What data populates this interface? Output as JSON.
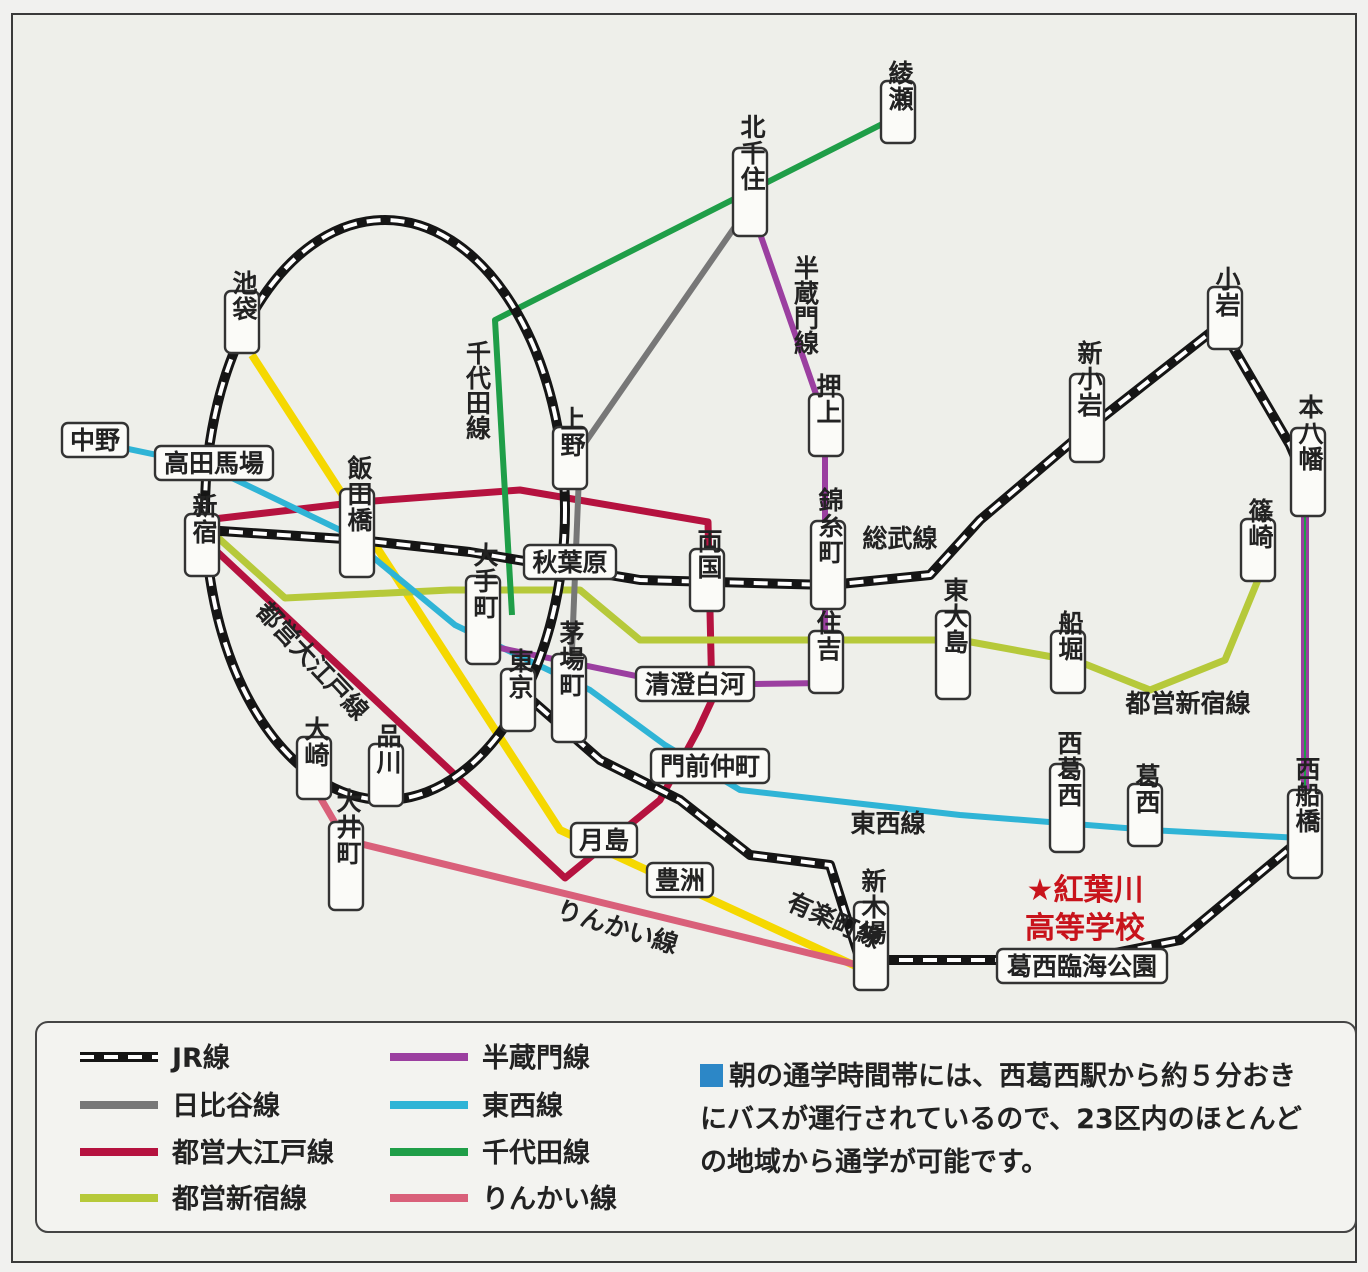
{
  "lines": {
    "jr": {
      "name": "JR線",
      "color": "#151515"
    },
    "hibiya": {
      "name": "日比谷線",
      "color": "#777777"
    },
    "oedo": {
      "name": "都営大江戸線",
      "color": "#b5123f"
    },
    "shinjuku": {
      "name": "都営新宿線",
      "color": "#b6c93a"
    },
    "hanzomon": {
      "name": "半蔵門線",
      "color": "#9b3fa0"
    },
    "tozai": {
      "name": "東西線",
      "color": "#2fb4d6"
    },
    "chiyoda": {
      "name": "千代田線",
      "color": "#1f9e48"
    },
    "rinkai": {
      "name": "りんかい線",
      "color": "#d9607a"
    },
    "yurakucho": {
      "color": "#f5d800"
    }
  },
  "line_labels": {
    "chiyoda": "千代田線",
    "hanzomon": "半蔵門線",
    "sobu": "総武線",
    "oedo": "都営大江戸線",
    "shinjuku": "都営新宿線",
    "tozai": "東西線",
    "yurakucho": "有楽町線",
    "rinkai": "りんかい線"
  },
  "stations": {
    "ayase": "綾瀬",
    "kitasenju": "北千住",
    "ikebukuro": "池袋",
    "nakano": "中野",
    "takadanobaba": "高田馬場",
    "shinjuku": "新宿",
    "iidabashi": "飯田橋",
    "ueno": "上野",
    "akihabara": "秋葉原",
    "ryogoku": "両国",
    "kinshicho": "錦糸町",
    "oshiage": "押上",
    "otemachi": "大手町",
    "tokyo": "東京",
    "kayabacho": "茅場町",
    "kiyosumi": "清澄白河",
    "sumiyoshi": "住吉",
    "higashiojima": "東大島",
    "funabori": "船堀",
    "shinozaki": "篠崎",
    "motoyawata": "本八幡",
    "koiwa": "小岩",
    "shinkoiwa": "新小岩",
    "monzen": "門前仲町",
    "nishikasai": "西葛西",
    "kasai": "葛西",
    "nishifunabashi": "西船橋",
    "osaki": "大崎",
    "shinagawa": "品川",
    "oimachi": "大井町",
    "tsukishima": "月島",
    "toyosu": "豊洲",
    "shinkiba": "新木場",
    "kasairinkai": "葛西臨海公園"
  },
  "school": {
    "line1": "★紅葉川",
    "line2": "高等学校"
  },
  "legend": [
    {
      "key": "jr",
      "label": "JR線"
    },
    {
      "key": "hibiya",
      "label": "日比谷線"
    },
    {
      "key": "oedo",
      "label": "都営大江戸線"
    },
    {
      "key": "shinjuku",
      "label": "都営新宿線"
    },
    {
      "key": "hanzomon",
      "label": "半蔵門線"
    },
    {
      "key": "tozai",
      "label": "東西線"
    },
    {
      "key": "chiyoda",
      "label": "千代田線"
    },
    {
      "key": "rinkai",
      "label": "りんかい線"
    }
  ],
  "note": "朝の通学時間帯には、西葛西駅から約５分おきにバスが運行されているので、23区内のほとんどの地域から通学が可能です。"
}
